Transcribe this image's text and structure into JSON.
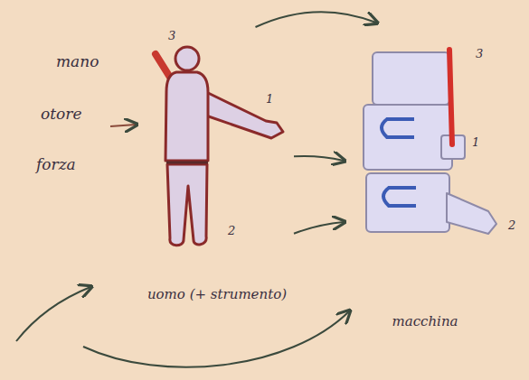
{
  "diagram": {
    "nodes": [
      {
        "text": [
          "uomo (+ strumento)"
        ]
      },
      {
        "text": [
          "macchina"
        ]
      }
    ],
    "edges": [
      {
        "from": 0,
        "to": 1,
        "arrow": "to"
      },
      {
        "from": 0,
        "to": 1,
        "arrow": "to"
      },
      {
        "from": 0,
        "to": 1,
        "arrow": "to"
      }
    ],
    "labels": [
      "mano",
      "otore",
      "forza",
      "3",
      "1",
      "2",
      "3",
      "1",
      "2"
    ]
  }
}
